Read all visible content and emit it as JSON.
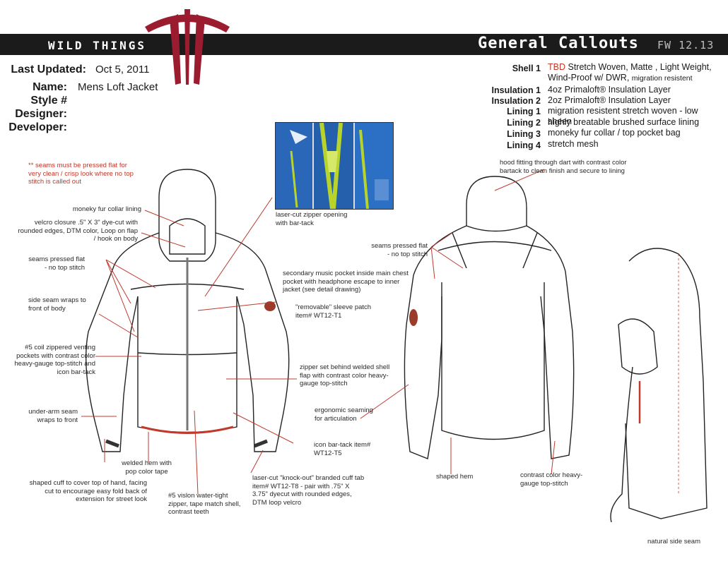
{
  "brand": "WILD THINGS",
  "title": "General Callouts",
  "season": "FW 12.13",
  "colors": {
    "accent": "#9b1c2e",
    "callout": "#c0392b",
    "bar": "#1b1b1b",
    "photo": "#1e5aa8",
    "zipper": "#b8d42a"
  },
  "header": {
    "last_updated_label": "Last Updated:",
    "last_updated_value": "Oct 5, 2011",
    "name_label": "Name:",
    "name_value": "Mens Loft Jacket",
    "style_label": "Style #",
    "designer_label": "Designer:",
    "developer_label": "Developer:"
  },
  "materials": [
    {
      "label": "Shell 1",
      "tbd": "TBD",
      "value": "Stretch Woven, Matte , Light Weight, Wind-Proof w/ DWR,",
      "small": "migration resistent"
    },
    {
      "label": "Insulation 1",
      "value": "4oz Primaloft® Insulation Layer"
    },
    {
      "label": "Insulation 2",
      "value": "2oz Primaloft® Insulation Layer"
    },
    {
      "label": "Lining 1",
      "value": "migration resistent stretch woven - low sheen"
    },
    {
      "label": "Lining 2",
      "value": "highly breatable brushed surface lining"
    },
    {
      "label": "Lining 3",
      "value": "moneky fur collar / top pocket bag"
    },
    {
      "label": "Lining 4",
      "value": "stretch mesh"
    }
  ],
  "notes": {
    "seams_pressed_red": "** seams must be pressed flat for very clean / crisp look where no top stitch is called out",
    "collar_lining": "moneky fur collar lining",
    "velcro": "velcro closure .5\" X 3\" dye-cut with rounded edges, DTM color, Loop on flap / hook on body",
    "seams_flat_front": "seams pressed flat - no top stitch",
    "side_seam": "side seam wraps to front of body",
    "coil_zip": "#5 coil zippered venting pockets with contrast color heavy-gauge top-stitch and icon bar-tack",
    "underarm": "under-arm seam wraps to front",
    "shaped_cuff": "shaped cuff to cover top of hand, facing cut to encourage easy fold back of extension for street look",
    "welded_hem": "welded hem with pop color tape",
    "vislon": "#5 vislon water-tight zipper, tape match shell, contrast teeth",
    "laser_tab": "laser-cut \"knock-out\" branded cuff tab item# WT12-T8 - pair with .75\" X 3.75\" dyecut with rounded edges, DTM loop velcro",
    "icon_bartack": "icon bar-tack item# WT12-T5",
    "zipper_welded": "zipper set behind welded shell flap with contrast color heavy-gauge top-stitch",
    "sleeve_patch": "\"removable\" sleeve patch item# WT12-T1",
    "music_pocket": "secondary music pocket inside main chest pocket with headphone escape to inner jacket (see detail drawing)",
    "laser_zip": "laser-cut zipper opening with bar-tack",
    "hood_fitting": "hood fitting through dart with contrast color bartack to clean finish and secure to lining",
    "seams_flat_back": "seams pressed flat - no top stitch",
    "ergonomic": "ergonomic seaming for articulation",
    "shaped_hem": "shaped hem",
    "contrast_color": "contrast color heavy-gauge top-stitch",
    "natural_side": "natural side seam"
  }
}
